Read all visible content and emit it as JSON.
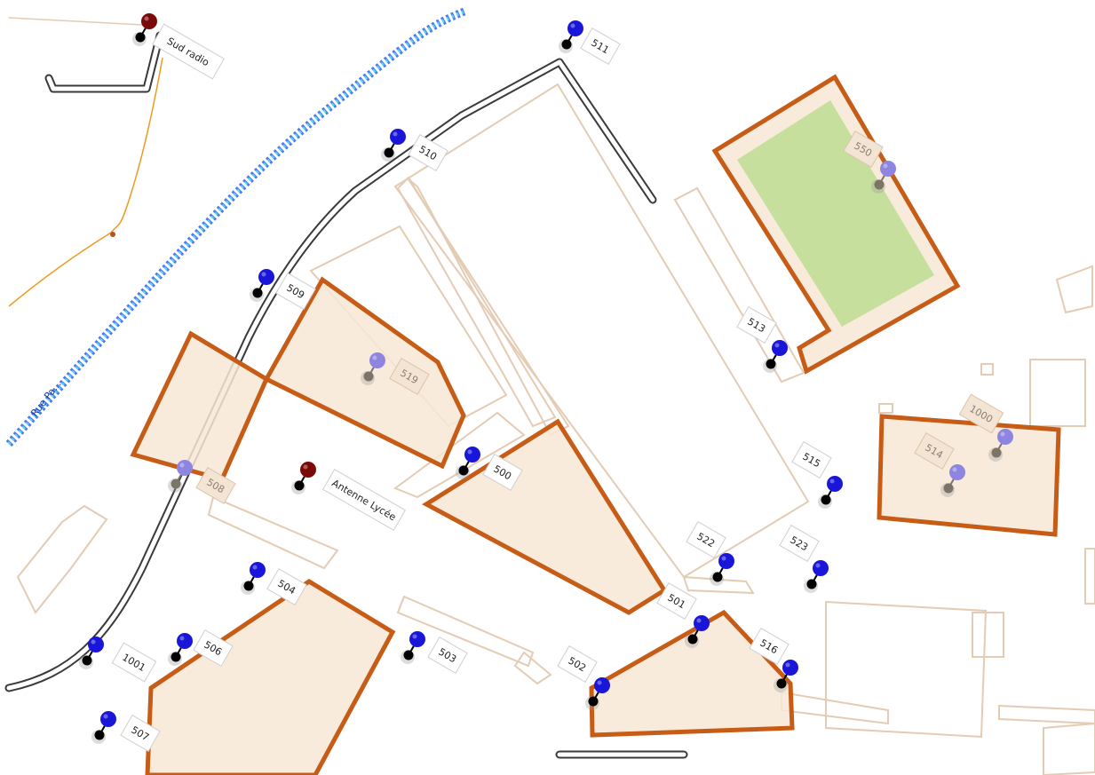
{
  "map": {
    "street_label": "Rue Pa...",
    "colors": {
      "zone_fill": "#f8e8d6",
      "zone_stroke": "#c65c16",
      "field_fill": "#c6df9d",
      "pin_blue": "#1a16d9",
      "pin_red": "#7a0a0a",
      "pin_faded": "#8e85e0",
      "road": "#3a3a3a",
      "building_outline": "#e3cbb4",
      "stream": "#3a6cf0",
      "orange_line": "#f09a1e"
    },
    "markers": [
      {
        "id": "m-sudradio",
        "label": "Sud radio",
        "color": "red"
      },
      {
        "id": "m-511",
        "label": "511",
        "color": "blue"
      },
      {
        "id": "m-510",
        "label": "510",
        "color": "blue"
      },
      {
        "id": "m-550",
        "label": "550",
        "color": "faded"
      },
      {
        "id": "m-509",
        "label": "509",
        "color": "blue"
      },
      {
        "id": "m-519",
        "label": "519",
        "color": "faded"
      },
      {
        "id": "m-513",
        "label": "513",
        "color": "blue"
      },
      {
        "id": "m-1000",
        "label": "1000",
        "color": "faded"
      },
      {
        "id": "m-514",
        "label": "514",
        "color": "faded"
      },
      {
        "id": "m-515",
        "label": "515",
        "color": "blue"
      },
      {
        "id": "m-500",
        "label": "500",
        "color": "blue"
      },
      {
        "id": "m-508",
        "label": "508",
        "color": "faded"
      },
      {
        "id": "m-antenne",
        "label": "Antenne Lycée",
        "color": "red"
      },
      {
        "id": "m-522",
        "label": "522",
        "color": "blue"
      },
      {
        "id": "m-523",
        "label": "523",
        "color": "blue"
      },
      {
        "id": "m-504",
        "label": "504",
        "color": "blue"
      },
      {
        "id": "m-501",
        "label": "501",
        "color": "blue"
      },
      {
        "id": "m-516",
        "label": "516",
        "color": "blue"
      },
      {
        "id": "m-1001",
        "label": "1001",
        "color": "blue"
      },
      {
        "id": "m-506",
        "label": "506",
        "color": "blue"
      },
      {
        "id": "m-503",
        "label": "503",
        "color": "blue"
      },
      {
        "id": "m-502",
        "label": "502",
        "color": "blue"
      },
      {
        "id": "m-507",
        "label": "507",
        "color": "blue"
      }
    ]
  }
}
